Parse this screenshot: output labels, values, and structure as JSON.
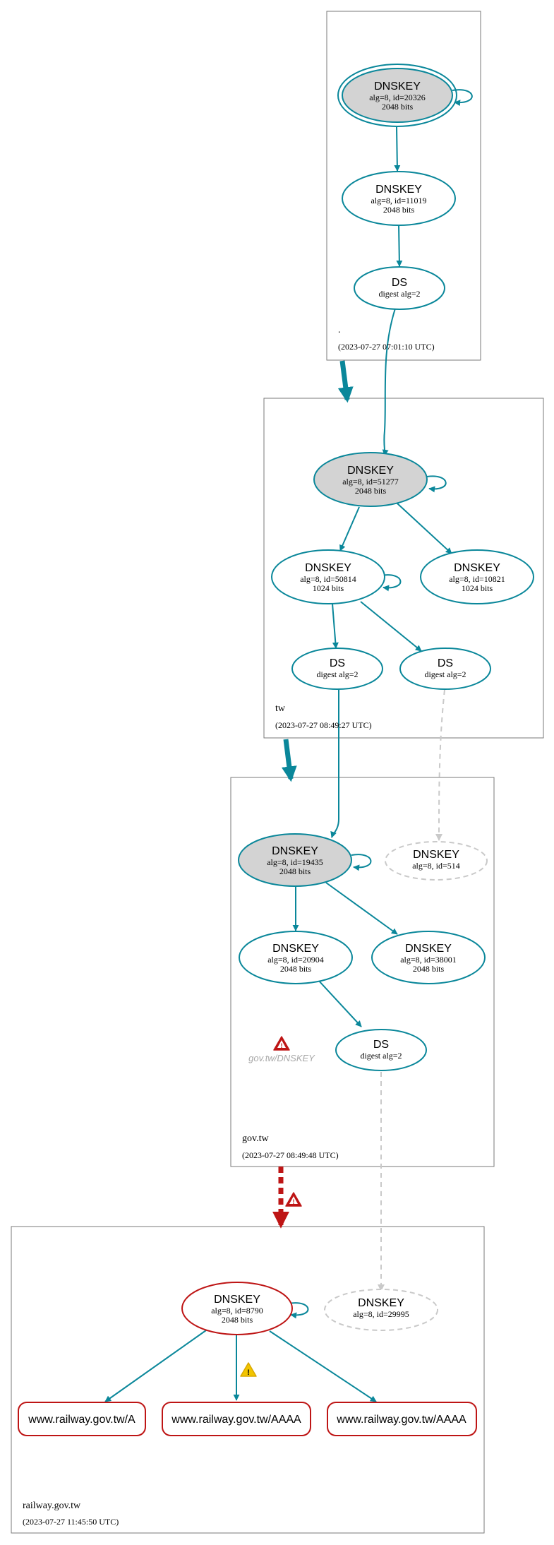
{
  "colors": {
    "teal": "#0a879a",
    "red": "#be1515",
    "gray_fill": "#d3d3d3",
    "dashed_gray": "#c9c9c9",
    "zone_border": "#7a7a7a",
    "warning_yellow": "#f2c500"
  },
  "zones": [
    {
      "id": "root",
      "name": ".",
      "timestamp": "(2023-07-27 07:01:10 UTC)",
      "nodes": [
        {
          "id": "root_ksk",
          "title": "DNSKEY",
          "line1": "alg=8, id=20326",
          "line2": "2048 bits"
        },
        {
          "id": "root_zsk",
          "title": "DNSKEY",
          "line1": "alg=8, id=11019",
          "line2": "2048 bits"
        },
        {
          "id": "root_ds",
          "title": "DS",
          "line1": "digest alg=2",
          "line2": ""
        }
      ]
    },
    {
      "id": "tw",
      "name": "tw",
      "timestamp": "(2023-07-27 08:49:27 UTC)",
      "nodes": [
        {
          "id": "tw_ksk",
          "title": "DNSKEY",
          "line1": "alg=8, id=51277",
          "line2": "2048 bits"
        },
        {
          "id": "tw_zsk1",
          "title": "DNSKEY",
          "line1": "alg=8, id=50814",
          "line2": "1024 bits"
        },
        {
          "id": "tw_zsk2",
          "title": "DNSKEY",
          "line1": "alg=8, id=10821",
          "line2": "1024 bits"
        },
        {
          "id": "tw_ds1",
          "title": "DS",
          "line1": "digest alg=2",
          "line2": ""
        },
        {
          "id": "tw_ds2",
          "title": "DS",
          "line1": "digest alg=2",
          "line2": ""
        }
      ]
    },
    {
      "id": "govtw",
      "name": "gov.tw",
      "timestamp": "(2023-07-27 08:49:48 UTC)",
      "warning_label": "gov.tw/DNSKEY",
      "nodes": [
        {
          "id": "gov_ksk",
          "title": "DNSKEY",
          "line1": "alg=8, id=19435",
          "line2": "2048 bits"
        },
        {
          "id": "gov_missing",
          "title": "DNSKEY",
          "line1": "alg=8, id=514",
          "line2": ""
        },
        {
          "id": "gov_zsk1",
          "title": "DNSKEY",
          "line1": "alg=8, id=20904",
          "line2": "2048 bits"
        },
        {
          "id": "gov_zsk2",
          "title": "DNSKEY",
          "line1": "alg=8, id=38001",
          "line2": "2048 bits"
        },
        {
          "id": "gov_ds",
          "title": "DS",
          "line1": "digest alg=2",
          "line2": ""
        }
      ]
    },
    {
      "id": "railway",
      "name": "railway.gov.tw",
      "timestamp": "(2023-07-27 11:45:50 UTC)",
      "nodes": [
        {
          "id": "rw_key",
          "title": "DNSKEY",
          "line1": "alg=8, id=8790",
          "line2": "2048 bits"
        },
        {
          "id": "rw_missing",
          "title": "DNSKEY",
          "line1": "alg=8, id=29995",
          "line2": ""
        }
      ],
      "records": [
        {
          "id": "rr_a",
          "label": "www.railway.gov.tw/A"
        },
        {
          "id": "rr_aaaa1",
          "label": "www.railway.gov.tw/AAAA"
        },
        {
          "id": "rr_aaaa2",
          "label": "www.railway.gov.tw/AAAA"
        }
      ]
    }
  ]
}
